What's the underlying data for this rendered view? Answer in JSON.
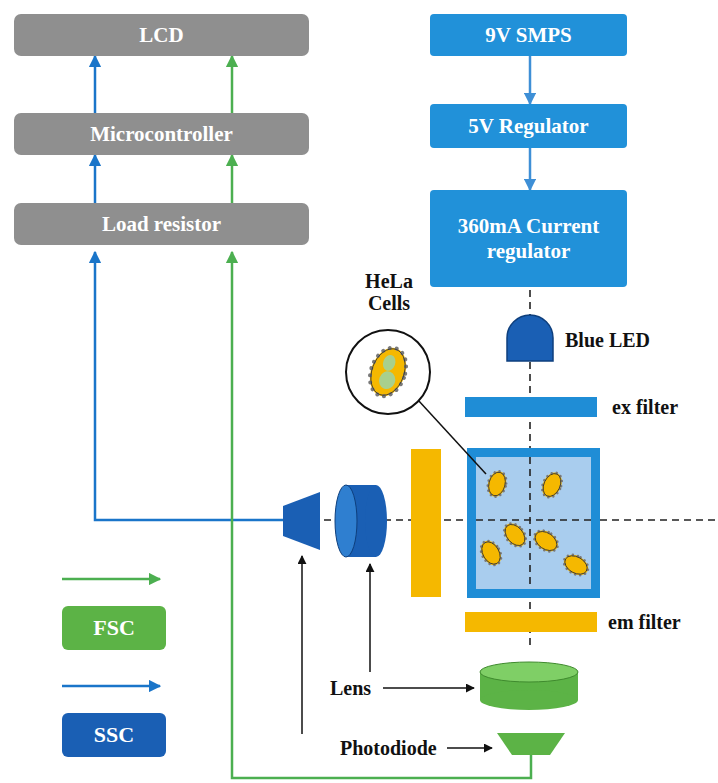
{
  "diagram": {
    "nodes": [
      {
        "text": [
          "LCD"
        ]
      },
      {
        "text": [
          "Microcontroller"
        ]
      },
      {
        "text": [
          "Load resistor"
        ]
      },
      {
        "text": [
          "9V SMPS"
        ]
      },
      {
        "text": [
          "5V Regulator"
        ]
      },
      {
        "text": [
          "360mA Current regulator"
        ]
      }
    ],
    "edges": [
      {
        "from": 1,
        "to": 0,
        "arrow": "to"
      },
      {
        "from": 1,
        "to": 0,
        "arrow": "to"
      },
      {
        "from": 2,
        "to": 1,
        "arrow": "to"
      },
      {
        "from": 2,
        "to": 1,
        "arrow": "to"
      },
      {
        "from": 3,
        "to": 4,
        "arrow": "to"
      },
      {
        "from": 4,
        "to": 5,
        "arrow": "to"
      }
    ],
    "labels": [
      "HeLa Cells",
      "Blue LED",
      "ex filter",
      "em filter",
      "Lens",
      "Photodiode"
    ],
    "legend": [
      {
        "text": "FSC",
        "color": "#5cb346"
      },
      {
        "text": "SSC",
        "color": "#1a5fb4"
      }
    ]
  }
}
